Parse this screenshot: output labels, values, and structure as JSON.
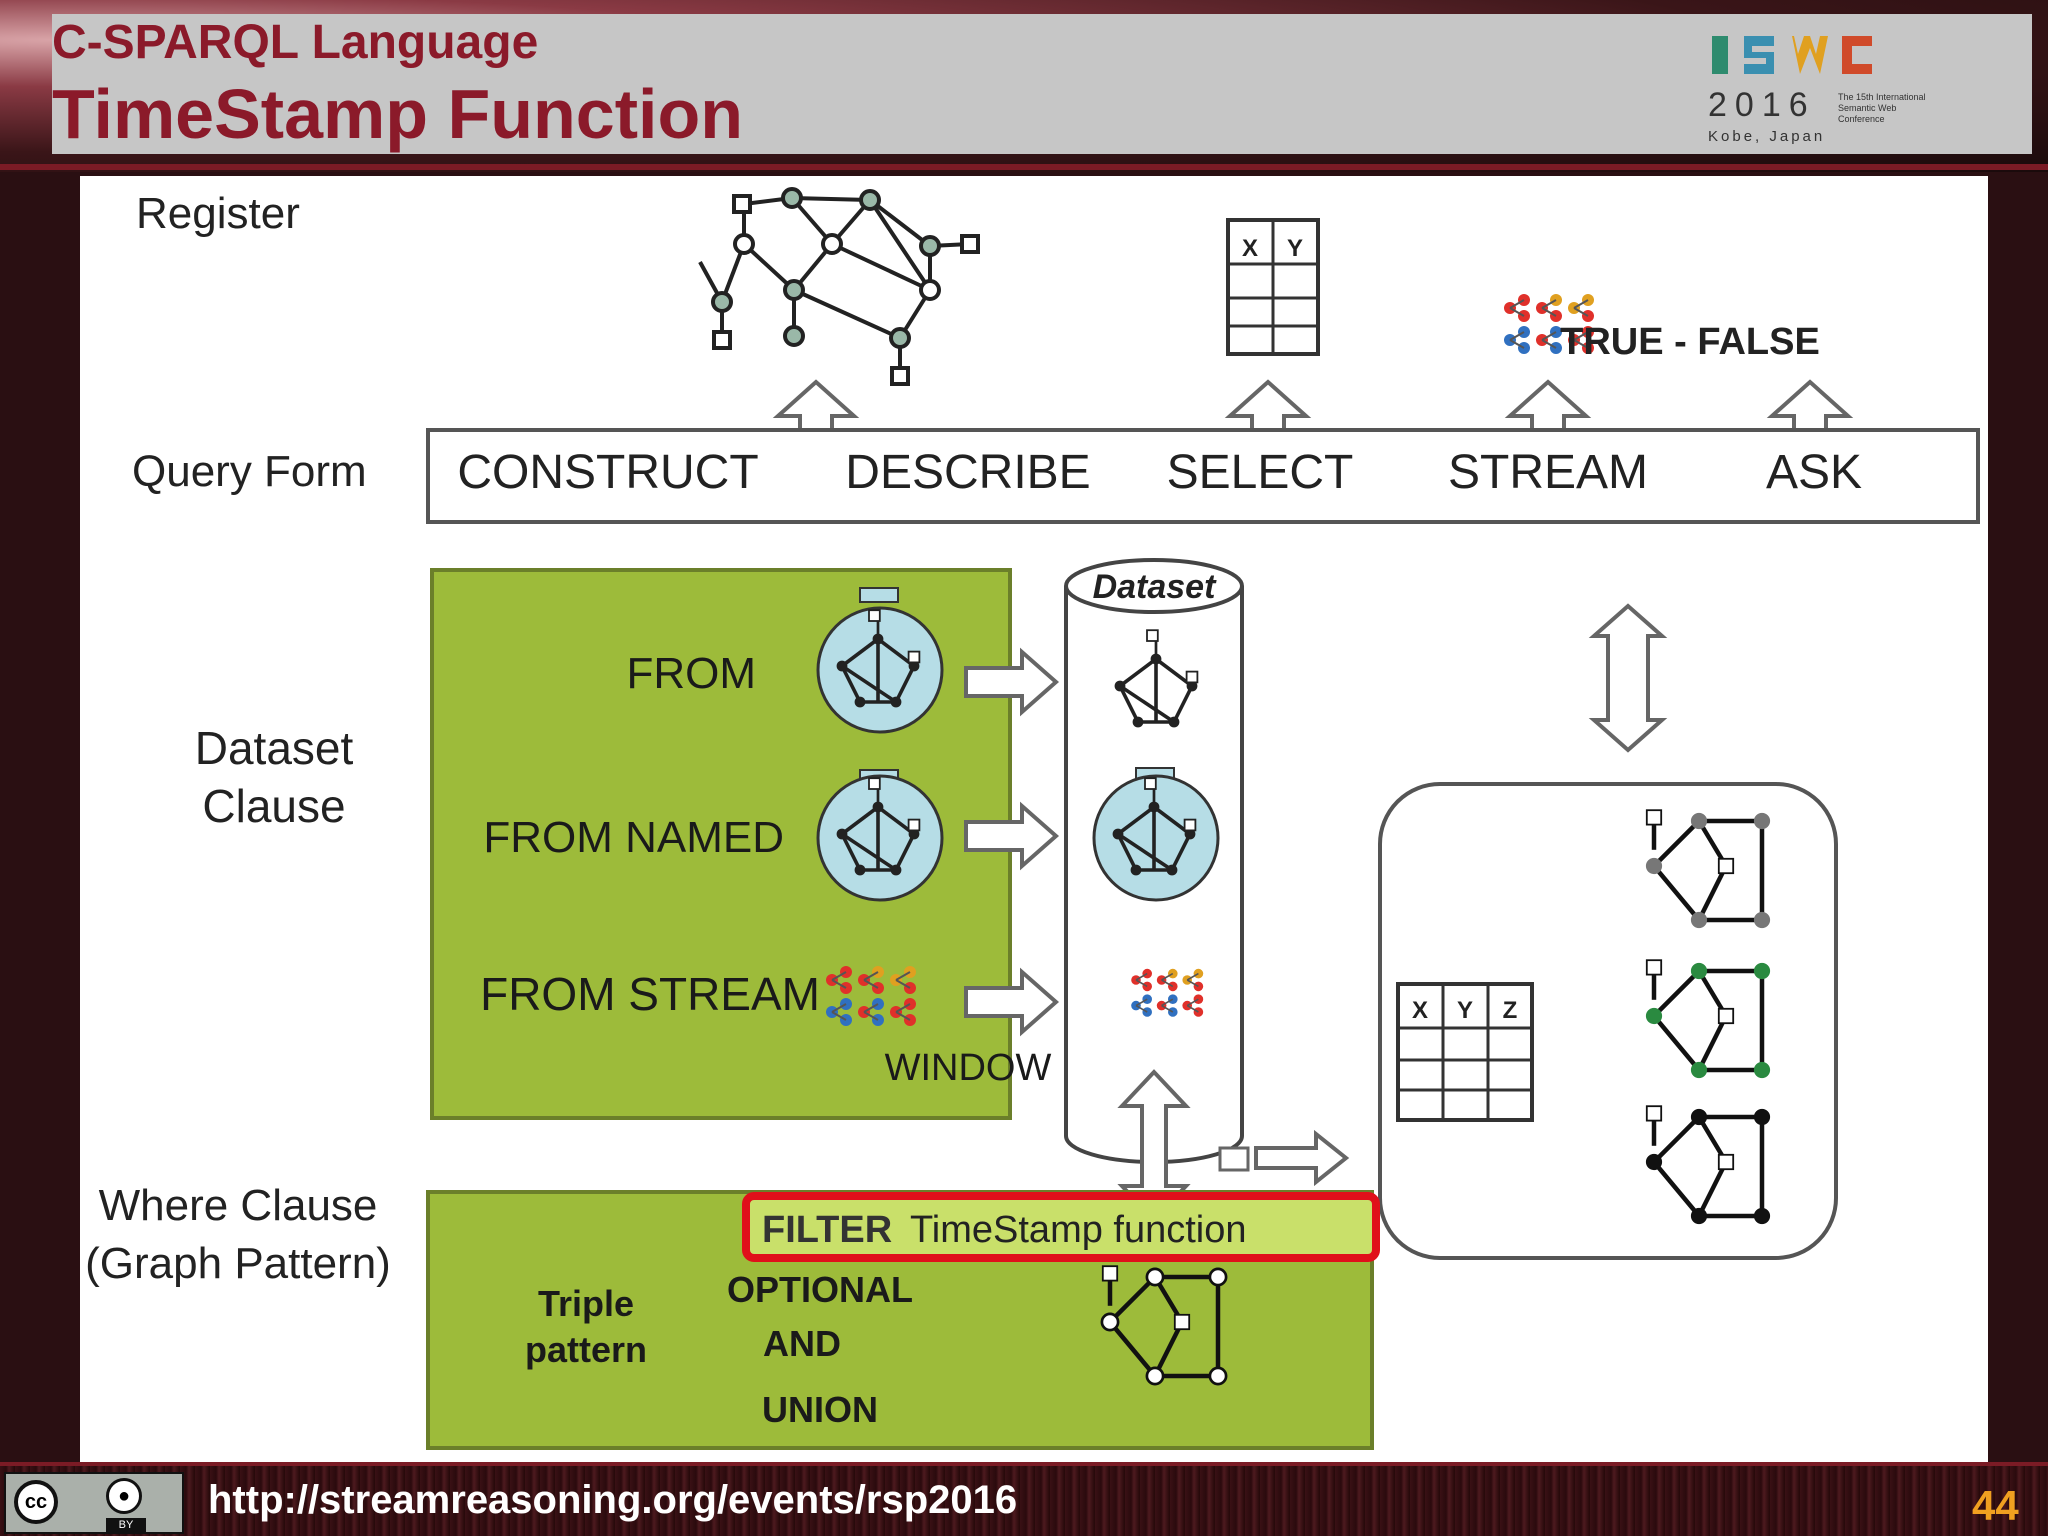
{
  "slide": {
    "subtitle": "C-SPARQL Language",
    "title": "TimeStamp Function",
    "page_number": "44",
    "footer_url": "http://streamreasoning.org/events/rsp2016"
  },
  "logo": {
    "letters": "ISWC",
    "year": "2016",
    "place": "Kobe, Japan",
    "note": "The 15th International Semantic Web Conference"
  },
  "license": {
    "cc": "cc",
    "by": "BY"
  },
  "diagram": {
    "row_labels": {
      "register": "Register",
      "query_form": "Query Form",
      "dataset_clause_1": "Dataset",
      "dataset_clause_2": "Clause",
      "where_clause_1": "Where Clause",
      "where_clause_2": "(Graph Pattern)"
    },
    "query_forms": [
      "CONSTRUCT",
      "DESCRIBE",
      "SELECT",
      "STREAM",
      "ASK"
    ],
    "register_outputs": {
      "ask_result": "TRUE - FALSE"
    },
    "select_table_headers": [
      "X",
      "Y"
    ],
    "result_table_headers": [
      "X",
      "Y",
      "Z"
    ],
    "dataset_clause": {
      "from": "FROM",
      "from_named": "FROM NAMED",
      "from_stream": "FROM STREAM",
      "window": "WINDOW"
    },
    "dataset_label": "Dataset",
    "where_clause": {
      "filter_keyword": "FILTER",
      "filter_text": "TimeStamp function",
      "triple_pattern_1": "Triple",
      "triple_pattern_2": "pattern",
      "optional": "OPTIONAL",
      "and": "AND",
      "union": "UNION"
    },
    "colors": {
      "green_box": "#9dbb3a",
      "highlight": "#e0101a",
      "dark_red": "#8b1a2a",
      "light_blue": "#b6dde6"
    }
  }
}
